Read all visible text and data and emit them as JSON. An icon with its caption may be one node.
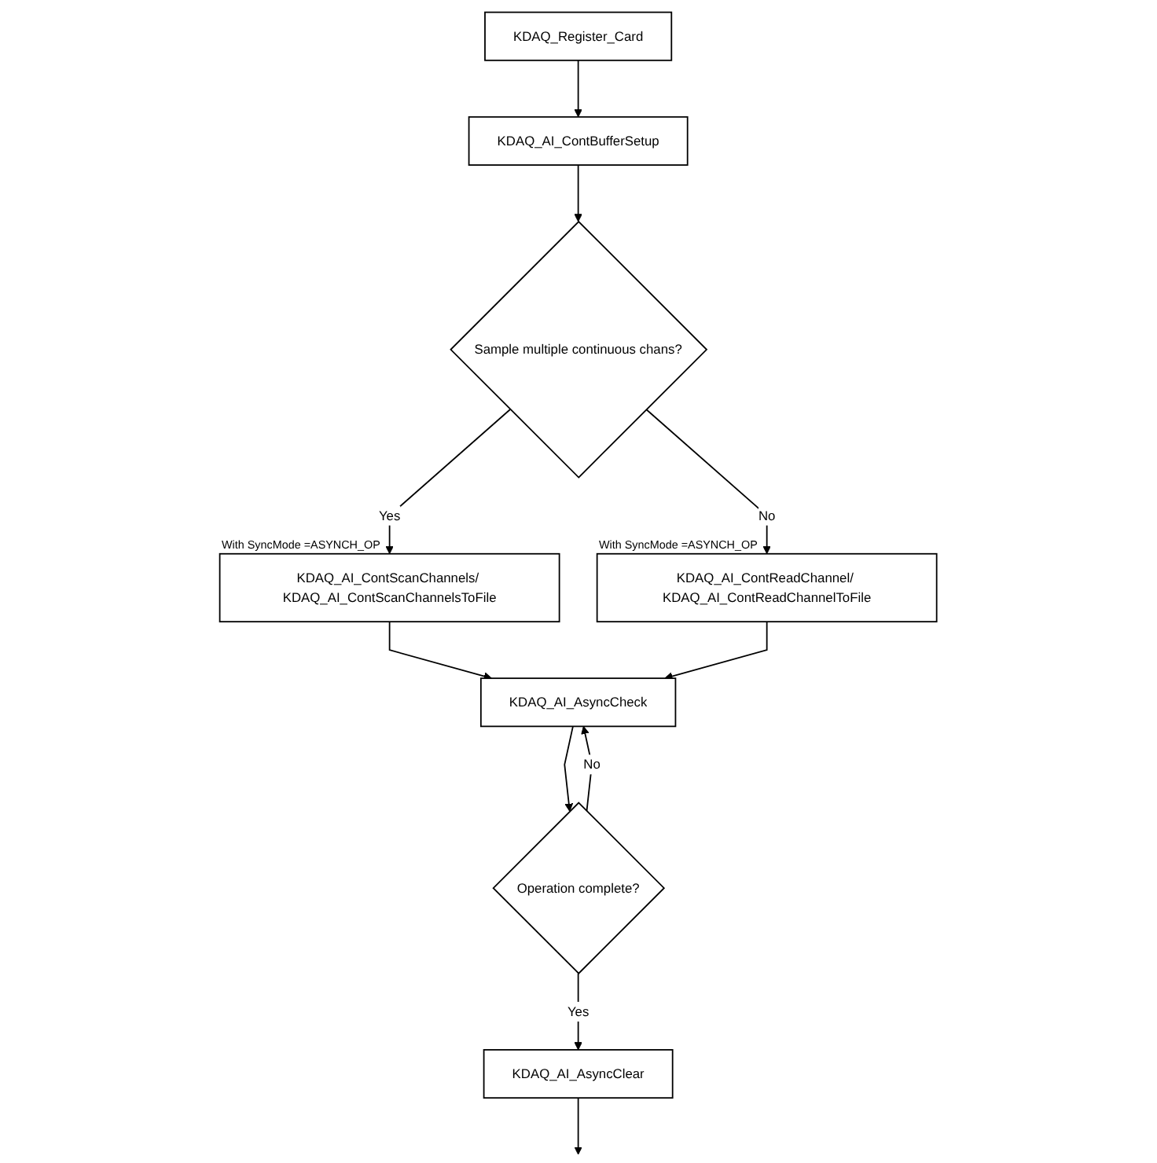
{
  "diagram": {
    "nodes": [
      {
        "text": [
          "KDAQ_Register_Card"
        ]
      },
      {
        "text": [
          "KDAQ_AI_ContBufferSetup"
        ]
      },
      {
        "text": [
          "Sample multiple continuous chans?"
        ]
      },
      {
        "text": [
          "KDAQ_AI_ContScanChannels/ KDAQ_AI_ContScanChannelsToFile"
        ],
        "beside": [
          "With SyncMode =ASYNCH_OP"
        ]
      },
      {
        "text": [
          "KDAQ_AI_ContReadChannel/ KDAQ_AI_ContReadChannelToFile"
        ],
        "beside": [
          "With SyncMode =ASYNCH_OP"
        ]
      },
      {
        "text": [
          "KDAQ_AI_AsyncCheck"
        ]
      },
      {
        "text": [
          "Operation complete?"
        ]
      },
      {
        "text": [
          "KDAQ_AI_AsyncClear"
        ]
      }
    ],
    "edges": [
      {
        "from": 0,
        "to": 1,
        "arrow": "to"
      },
      {
        "from": 1,
        "to": 2,
        "arrow": "to"
      },
      {
        "from": 2,
        "to": 3,
        "arrow": "to",
        "label": "Yes"
      },
      {
        "from": 2,
        "to": 4,
        "arrow": "to",
        "label": "No"
      },
      {
        "from": 3,
        "to": 5,
        "arrow": "to"
      },
      {
        "from": 4,
        "to": 5,
        "arrow": "to"
      },
      {
        "from": 5,
        "to": 6,
        "arrow": "to"
      },
      {
        "from": 6,
        "to": 5,
        "arrow": "to",
        "label": "No"
      },
      {
        "from": 6,
        "to": 7,
        "arrow": "to",
        "label": "Yes"
      },
      {
        "from": 7,
        "to": null,
        "arrow": "to"
      }
    ]
  }
}
